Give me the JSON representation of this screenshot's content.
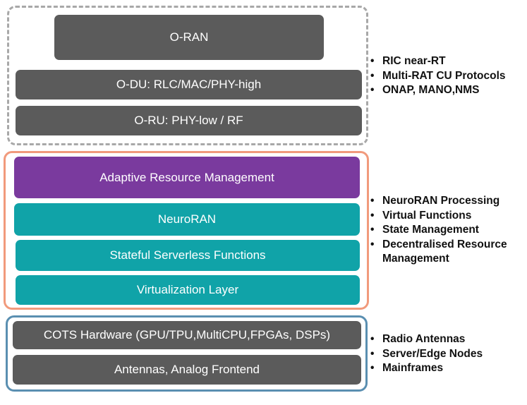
{
  "top_group": {
    "layers": [
      "O-RAN",
      "O-DU: RLC/MAC/PHY-high",
      "O-RU: PHY-low / RF"
    ],
    "bullets": [
      "RIC near-RT",
      "Multi-RAT CU Protocols",
      "ONAP, MANO,NMS"
    ]
  },
  "middle_group": {
    "layers": [
      "Adaptive Resource Management",
      "NeuroRAN",
      "Stateful Serverless Functions",
      "Virtualization Layer"
    ],
    "bullets": [
      "NeuroRAN Processing",
      "Virtual Functions",
      "State Management",
      "Decentralised Resource Management"
    ]
  },
  "bottom_group": {
    "layers": [
      "COTS Hardware (GPU/TPU,MultiCPU,FPGAs, DSPs)",
      "Antennas, Analog Frontend"
    ],
    "bullets": [
      "Radio Antennas",
      "Server/Edge Nodes",
      "Mainframes"
    ]
  },
  "colors": {
    "gray_layer": "#5b5b5b",
    "purple_layer": "#7a3a9e",
    "teal_layer": "#10a3a8",
    "top_border": "#a8a8a8",
    "middle_border": "#f19a7c",
    "bottom_border": "#5a8fb1"
  }
}
